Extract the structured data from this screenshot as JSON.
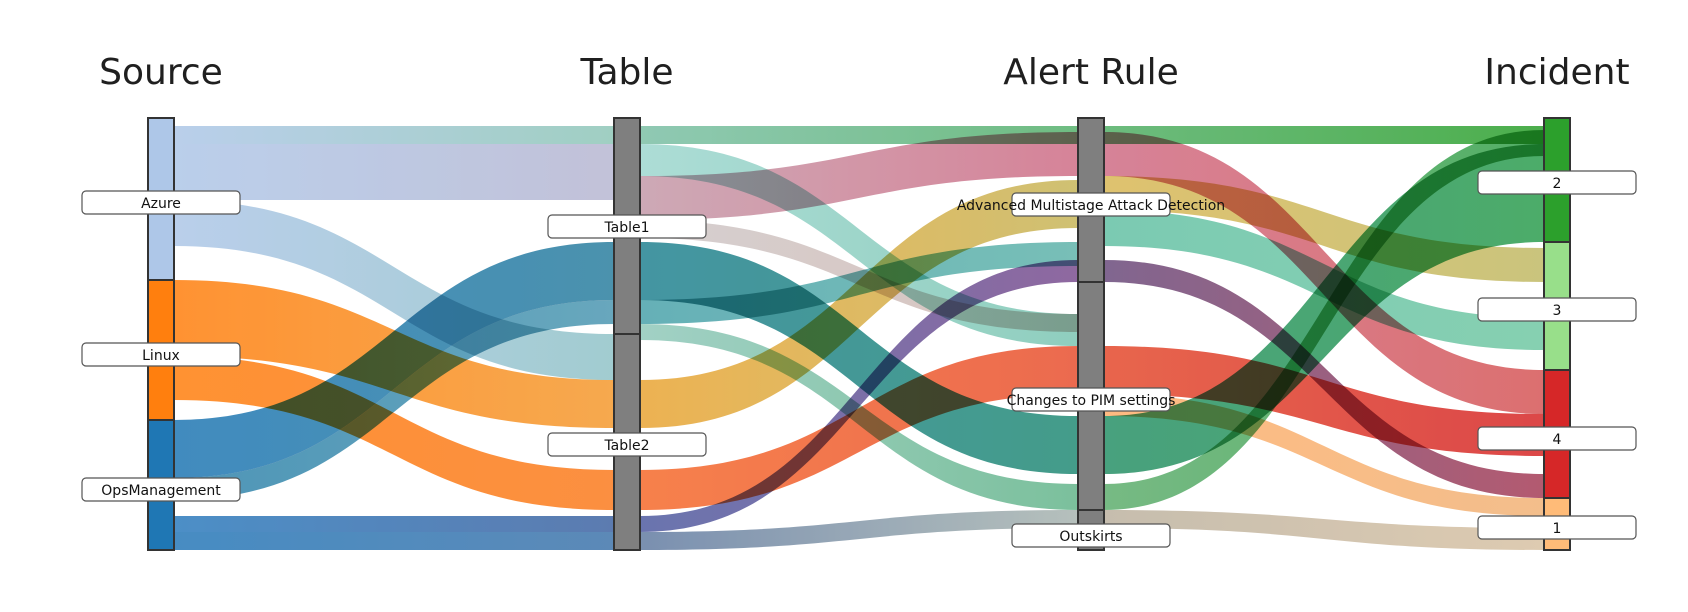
{
  "columns": {
    "source": "Source",
    "table": "Table",
    "alert_rule": "Alert Rule",
    "incident": "Incident"
  },
  "nodes": {
    "azure": "Azure",
    "linux": "Linux",
    "opsmanagement": "OpsManagement",
    "table1": "Table1",
    "table2": "Table2",
    "amad": "Advanced Multistage Attack Detection",
    "pim": "Changes to PIM settings",
    "outskirts": "Outskirts",
    "inc2": "2",
    "inc3": "3",
    "inc4": "4",
    "inc1": "1"
  },
  "colors": {
    "azure": "#aec7e8",
    "linux": "#ff7f0e",
    "opsmanagement": "#1f77b4",
    "middle_nodes": "#7f7f7f",
    "inc2": "#2ca02c",
    "inc3": "#98df8a",
    "inc4": "#d62728",
    "inc1": "#ffbb78"
  }
}
